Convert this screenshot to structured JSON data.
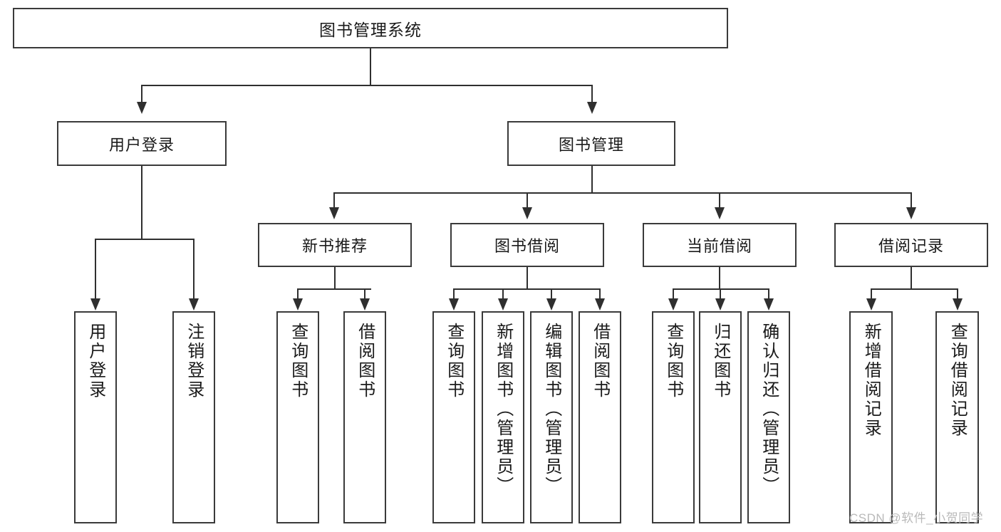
{
  "diagram": {
    "title": "图书管理系统",
    "type": "hierarchy-tree",
    "root": {
      "label": "图书管理系统"
    },
    "level1": [
      {
        "label": "用户登录"
      },
      {
        "label": "图书管理"
      }
    ],
    "level2": [
      {
        "label": "新书推荐"
      },
      {
        "label": "图书借阅"
      },
      {
        "label": "当前借阅"
      },
      {
        "label": "借阅记录"
      }
    ],
    "leaves": {
      "user_login": [
        {
          "label": "用户登录"
        },
        {
          "label": "注销登录"
        }
      ],
      "new_book_recommend": [
        {
          "label": "查询图书"
        },
        {
          "label": "借阅图书"
        }
      ],
      "book_borrow": [
        {
          "label": "查询图书"
        },
        {
          "label": "新增图书（管理员）"
        },
        {
          "label": "编辑图书（管理员）"
        },
        {
          "label": "借阅图书"
        }
      ],
      "current_borrow": [
        {
          "label": "查询图书"
        },
        {
          "label": "归还图书"
        },
        {
          "label": "确认归还（管理员）"
        }
      ],
      "borrow_record": [
        {
          "label": "新增借阅记录"
        },
        {
          "label": "查询借阅记录"
        }
      ]
    }
  },
  "watermark": {
    "text": "CSDN @软件_小贺同学"
  },
  "colors": {
    "box_border": "#3a3a3a",
    "connector": "#2f2f2f",
    "text": "#1a1a1a",
    "background": "#ffffff",
    "watermark": "#b9b9b9"
  }
}
